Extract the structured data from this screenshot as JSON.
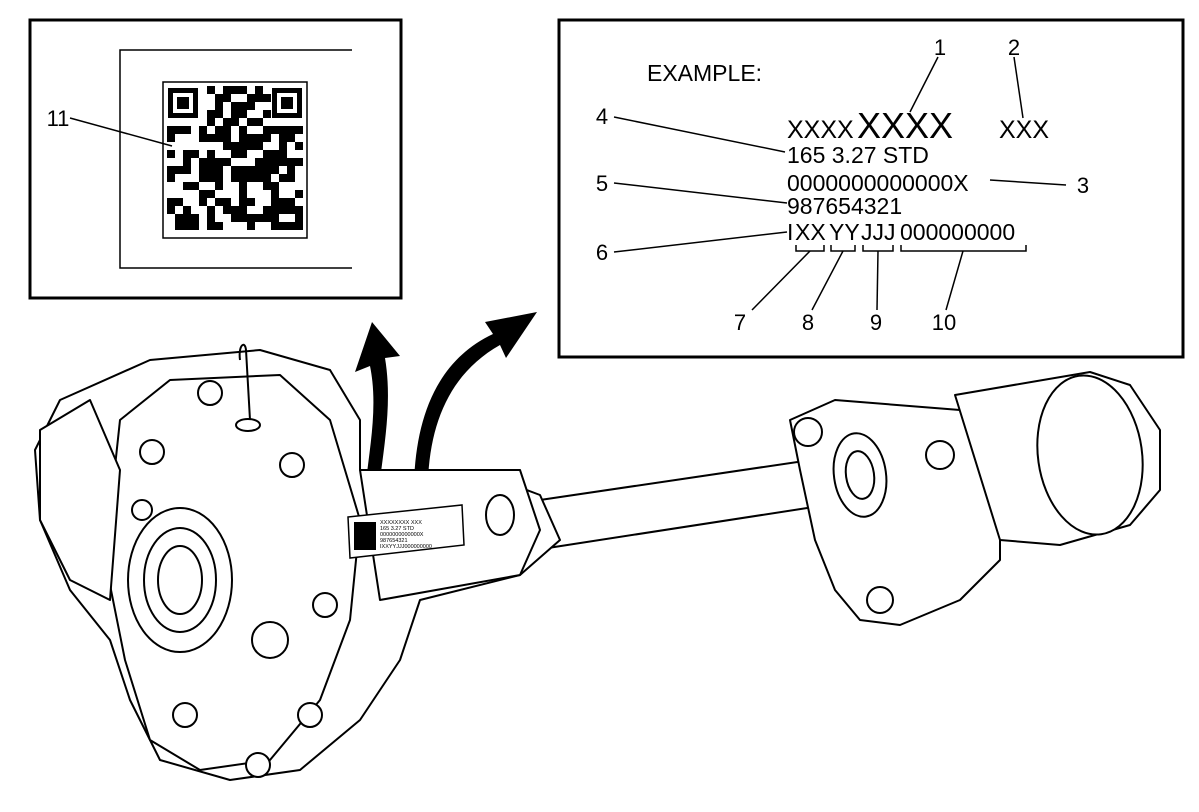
{
  "example_box": {
    "heading": "EXAMPLE:",
    "line1_small": "XXXX",
    "line1_large": "XXXX",
    "line1_right": "XXX",
    "line2": "165 3.27 STD",
    "line3": "0000000000000X",
    "line4": "987654321",
    "line5_parts": [
      "I",
      "XX",
      "YY",
      "JJJ",
      "000000000"
    ]
  },
  "callouts": [
    "1",
    "2",
    "3",
    "4",
    "5",
    "6",
    "7",
    "8",
    "9",
    "10",
    "11"
  ],
  "label_plate": {
    "line1": "XXXXXXXX   XXX",
    "line2": "165 3.27 STD",
    "line3": "0000000000000X",
    "line4": "987654321",
    "line5": "IXXYYJJJ000000000"
  }
}
